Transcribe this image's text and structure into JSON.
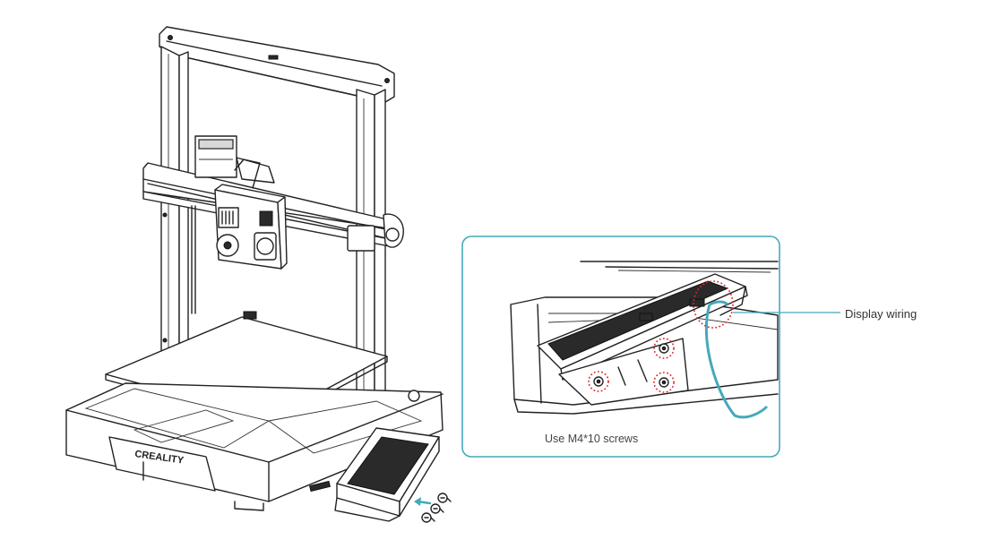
{
  "brand_text": "CREALITY",
  "callout": {
    "label": "Display wiring"
  },
  "detail": {
    "caption": "Use M4*10 screws"
  },
  "colors": {
    "line": "#222222",
    "accent": "#45a9bb",
    "marker": "#e0262b"
  },
  "icons": {
    "insert_arrow": "arrow-left-icon"
  }
}
